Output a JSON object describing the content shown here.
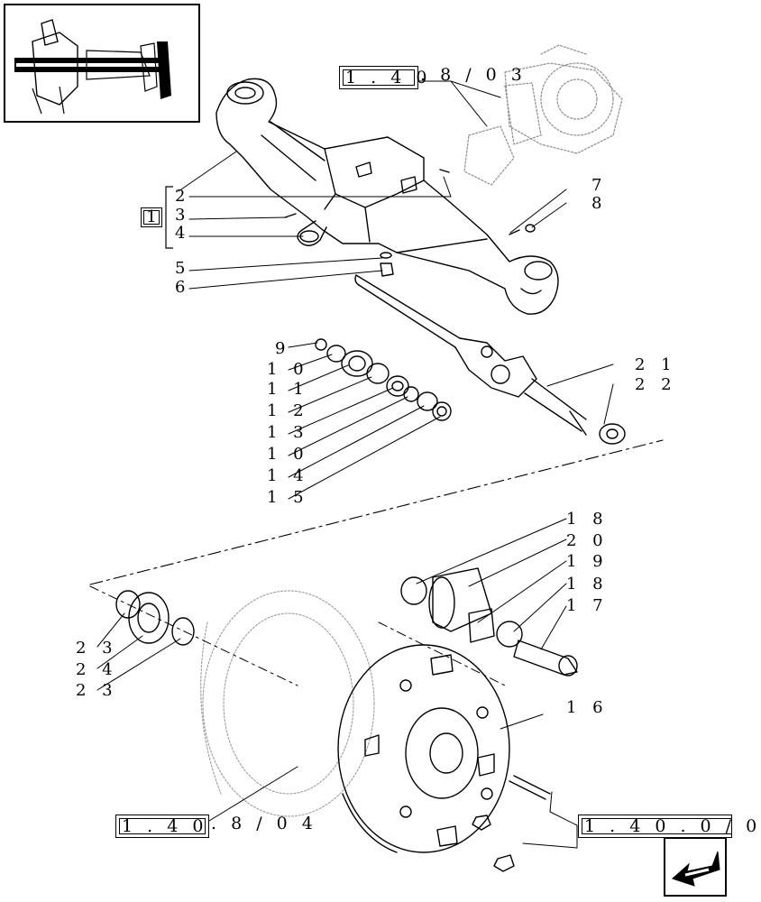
{
  "thumbnail": {
    "icon": "axle-overview-thumbnail"
  },
  "kit_label": "1",
  "references": {
    "top": {
      "boxed": "1 . 4 0",
      "tail": ". 8 / 0 3"
    },
    "bottom_left": {
      "boxed": "1 . 4 0",
      "tail": ". 8 / 0 4"
    },
    "bottom_right": {
      "boxed": "1 . 4 0 . 0 / 0",
      "tail": ""
    }
  },
  "part_labels": {
    "p2": "2",
    "p3": "3",
    "p4": "4",
    "p5": "5",
    "p6": "6",
    "p7": "7",
    "p8": "8",
    "p9": "9",
    "p10a": "1 0",
    "p11": "1 1",
    "p12": "1 2",
    "p13": "1 3",
    "p10b": "1 0",
    "p14": "1 4",
    "p15": "1 5",
    "p16": "1 6",
    "p17": "1 7",
    "p18a": "1 8",
    "p18b": "1 8",
    "p19": "1 9",
    "p20": "2 0",
    "p21": "2 1",
    "p22": "2 2",
    "p23a": "2 3",
    "p24": "2 4",
    "p23b": "2 3"
  },
  "nav": {
    "icon": "next-page-arrow-icon"
  },
  "colors": {
    "ink": "#000000",
    "ghost": "#9a9a9a",
    "paper": "#ffffff"
  }
}
